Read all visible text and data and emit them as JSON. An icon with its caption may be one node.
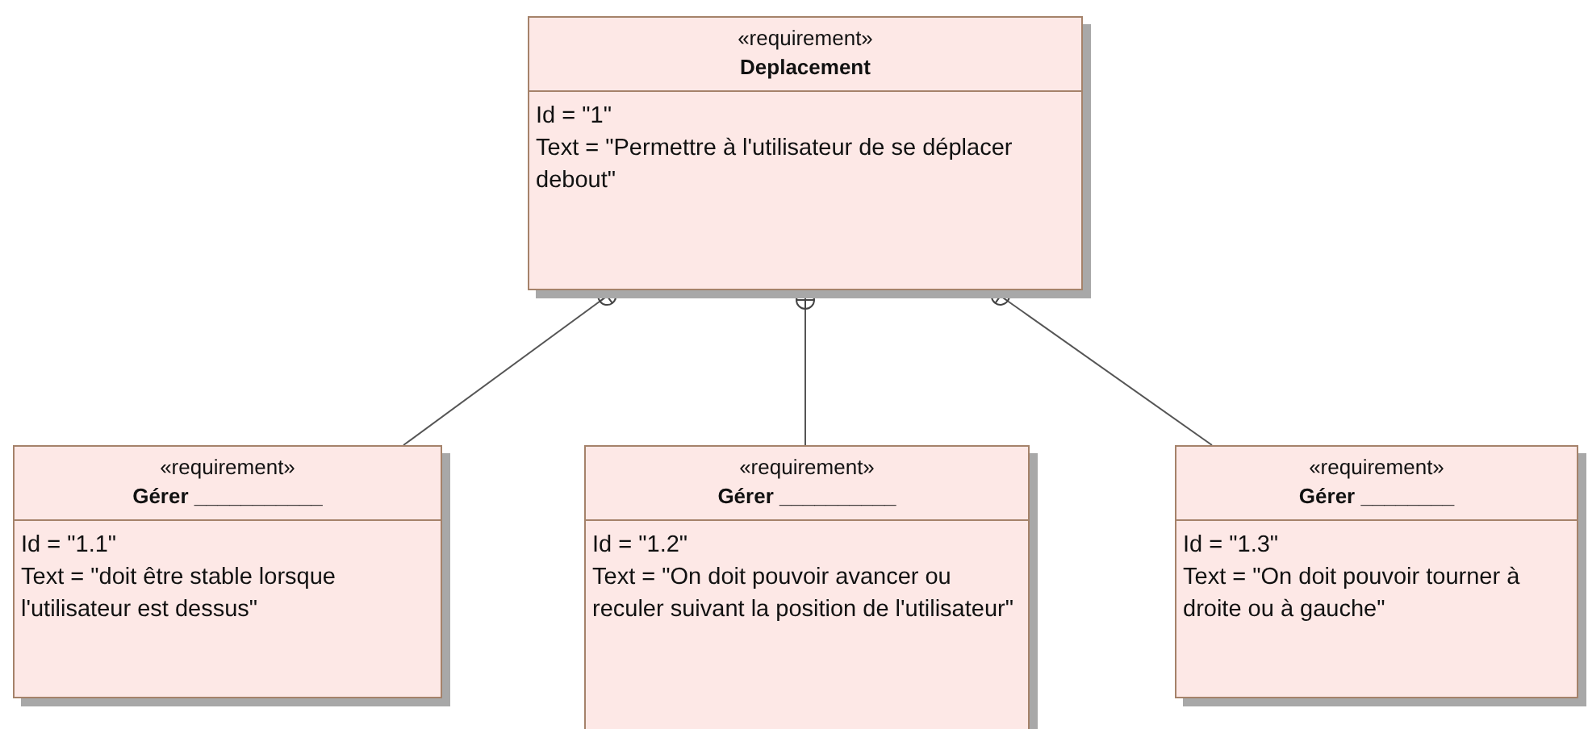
{
  "diagram": {
    "nodes": [
      {
        "text": [
          "«requirement»",
          "Deplacement",
          "Id = \"1\"",
          "Text = \"Permettre  à l'utilisateur de se déplacer debout\""
        ]
      },
      {
        "text": [
          "«requirement»",
          "Gérer ___________",
          "Id = \"1.1\"",
          "Text = \"doit être stable lorsque l'utilisateur est dessus\""
        ]
      },
      {
        "text": [
          "«requirement»",
          "Gérer __________",
          "Id = \"1.2\"",
          "Text = \"On doit pouvoir avancer ou reculer suivant la position de l'utilisateur\""
        ]
      },
      {
        "text": [
          "«requirement»",
          "Gérer ________",
          "Id = \"1.3\"",
          "Text = \"On doit pouvoir tourner à droite ou à gauche\""
        ]
      }
    ],
    "edges": [
      {
        "from": 0,
        "to": 1,
        "arrow": "other"
      },
      {
        "from": 0,
        "to": 2,
        "arrow": "other"
      },
      {
        "from": 0,
        "to": 3,
        "arrow": "other"
      }
    ]
  }
}
